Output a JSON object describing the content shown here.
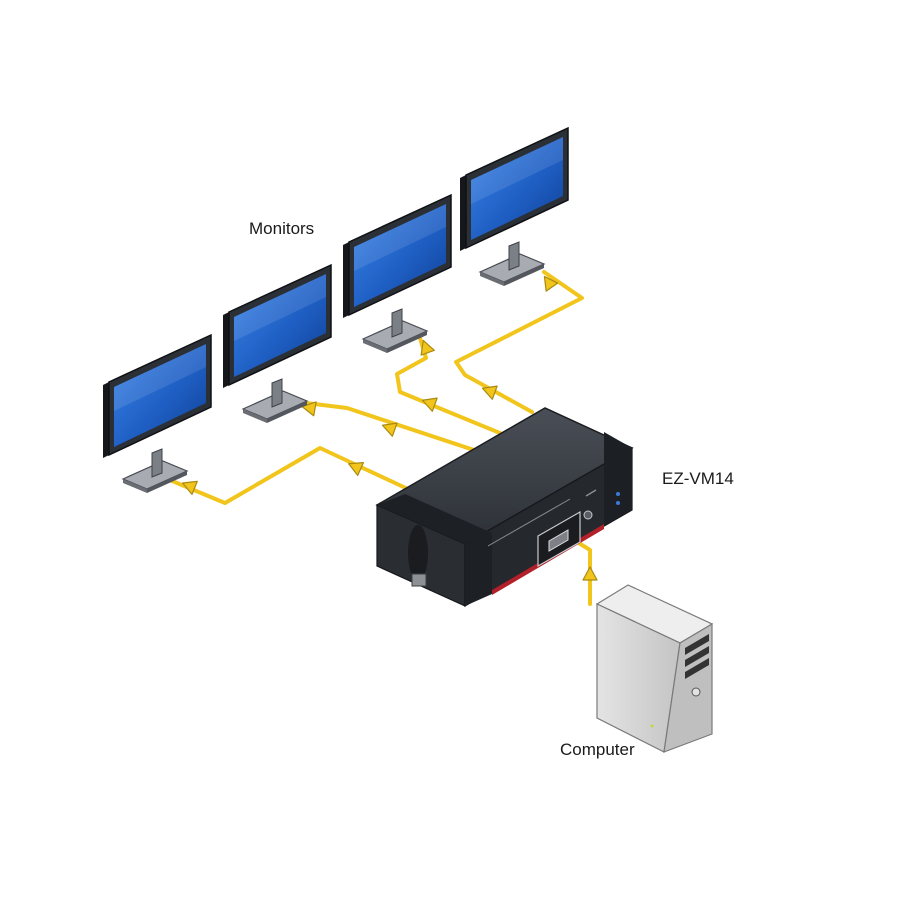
{
  "labels": {
    "monitors": "Monitors",
    "device": "EZ-VM14",
    "computer": "Computer"
  },
  "colors": {
    "cable": "#f2c51c",
    "cable_outline": "#a88a10",
    "screen": "#2f6fd6",
    "bezel": "#2b2f36",
    "device_body": "#30343b",
    "device_trim": "#b2202a",
    "computer_case": "#d3d3d3"
  },
  "icons": [
    "monitor-icon",
    "video-splitter-icon",
    "desktop-computer-icon",
    "vga-port-icon",
    "arrow-icon"
  ]
}
